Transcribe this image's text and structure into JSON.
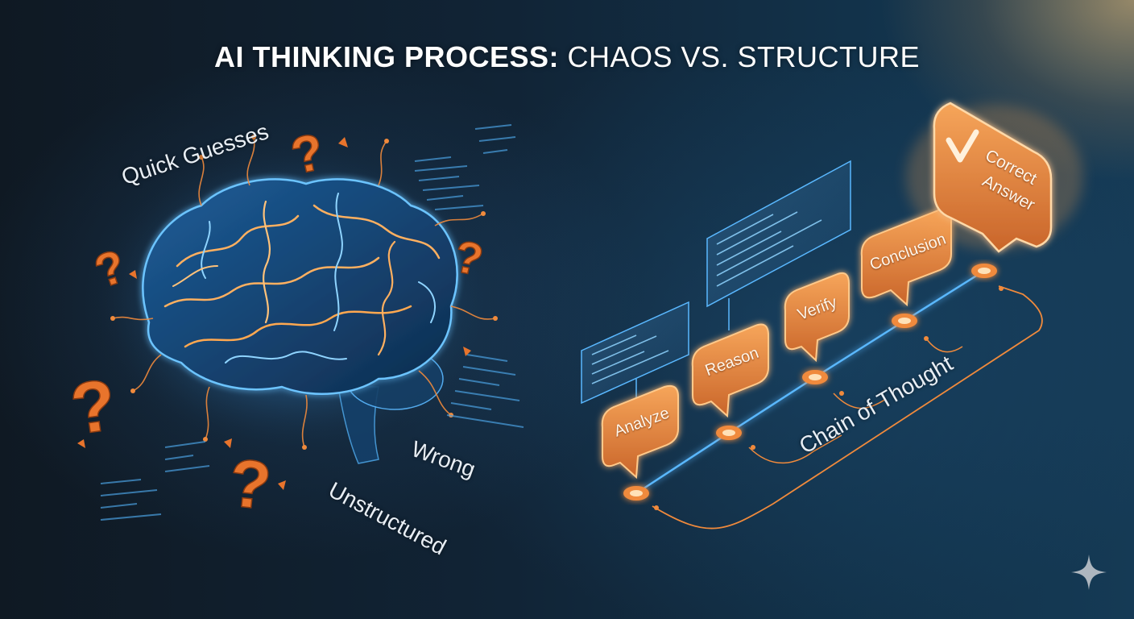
{
  "header": {
    "title_bold": "AI THINKING PROCESS:",
    "title_light": " CHAOS VS. STRUCTURE"
  },
  "left_panel": {
    "labels": {
      "quick_guesses": "Quick Guesses",
      "wrong": "Wrong",
      "unstructured": "Unstructured"
    },
    "question_mark": "?"
  },
  "right_panel": {
    "steps": [
      "Analyze",
      "Reason",
      "Verify",
      "Conclusion"
    ],
    "final_line1": "Correct",
    "final_line2": "Answer",
    "chain_label": "Chain of Thought",
    "check_icon": "check-icon"
  },
  "colors": {
    "accent_orange": "#f08a3c",
    "glow_blue": "#5ab8ff",
    "background": "#102435"
  },
  "watermark": {
    "icon": "sparkle-icon"
  }
}
